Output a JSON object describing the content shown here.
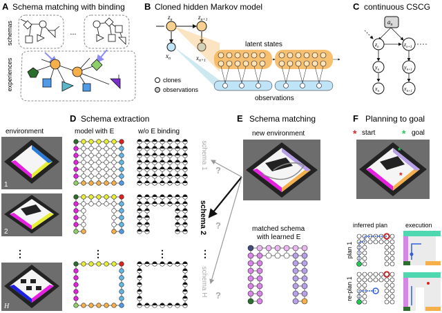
{
  "panels": {
    "A": {
      "letter": "A",
      "title": "Schema matching with binding",
      "schemas_label": "schemas",
      "experiences_label": "experiences",
      "ellipsis": "..."
    },
    "B": {
      "letter": "B",
      "title": "Cloned hidden Markov model",
      "z_n": "z",
      "z_n1": "z",
      "x_n": "x",
      "x_n1": "x",
      "sub_n": "n",
      "sub_n1": "n+1",
      "latent_states": "latent states",
      "observations": "observations",
      "legend_clones": "clones",
      "legend_observations": "observations"
    },
    "C": {
      "letter": "C",
      "title": "continuous CSCG",
      "a_n": "a",
      "z_n": "z",
      "z_n1": "z",
      "y_n": "y",
      "y_n1": "y",
      "x_n": "x",
      "x_n1": "x",
      "sub_n": "n",
      "sub_n1": "n+1"
    },
    "D": {
      "letter": "D",
      "title": "Schema extraction",
      "col_environment": "environment",
      "col_model": "model with E",
      "col_wo": "w/o E binding",
      "row_labels": [
        "1",
        "2",
        "H"
      ],
      "dots": "⋮"
    },
    "E": {
      "letter": "E",
      "title": "Schema matching",
      "new_environment": "new environment",
      "schema_1": "schema 1",
      "schema_2": "schema 2",
      "schema_H": "schema H",
      "question": "?",
      "matched_line1": "matched schema",
      "matched_line2": "with learned E",
      "dots": "⋮"
    },
    "F": {
      "letter": "F",
      "title": "Planning to goal",
      "start_label": "start",
      "goal_label": "goal",
      "star": "*",
      "inferred_plan": "inferred plan",
      "execution": "execution",
      "plan1": "plan 1",
      "replan1": "re-plan 1"
    }
  },
  "colors": {
    "orange": "#f5b04c",
    "light_orange": "#f7d08f",
    "blue": "#4f9be8",
    "cyan": "#5ab7c9",
    "green": "#2c6e2c",
    "light_green": "#8fcf6a",
    "purple": "#7a2fc9",
    "magenta": "#e61fe3",
    "yellow": "#e7ee35",
    "light_blue_band": "#bfe3f7",
    "red": "#e02020",
    "goal_green": "#22c955"
  }
}
